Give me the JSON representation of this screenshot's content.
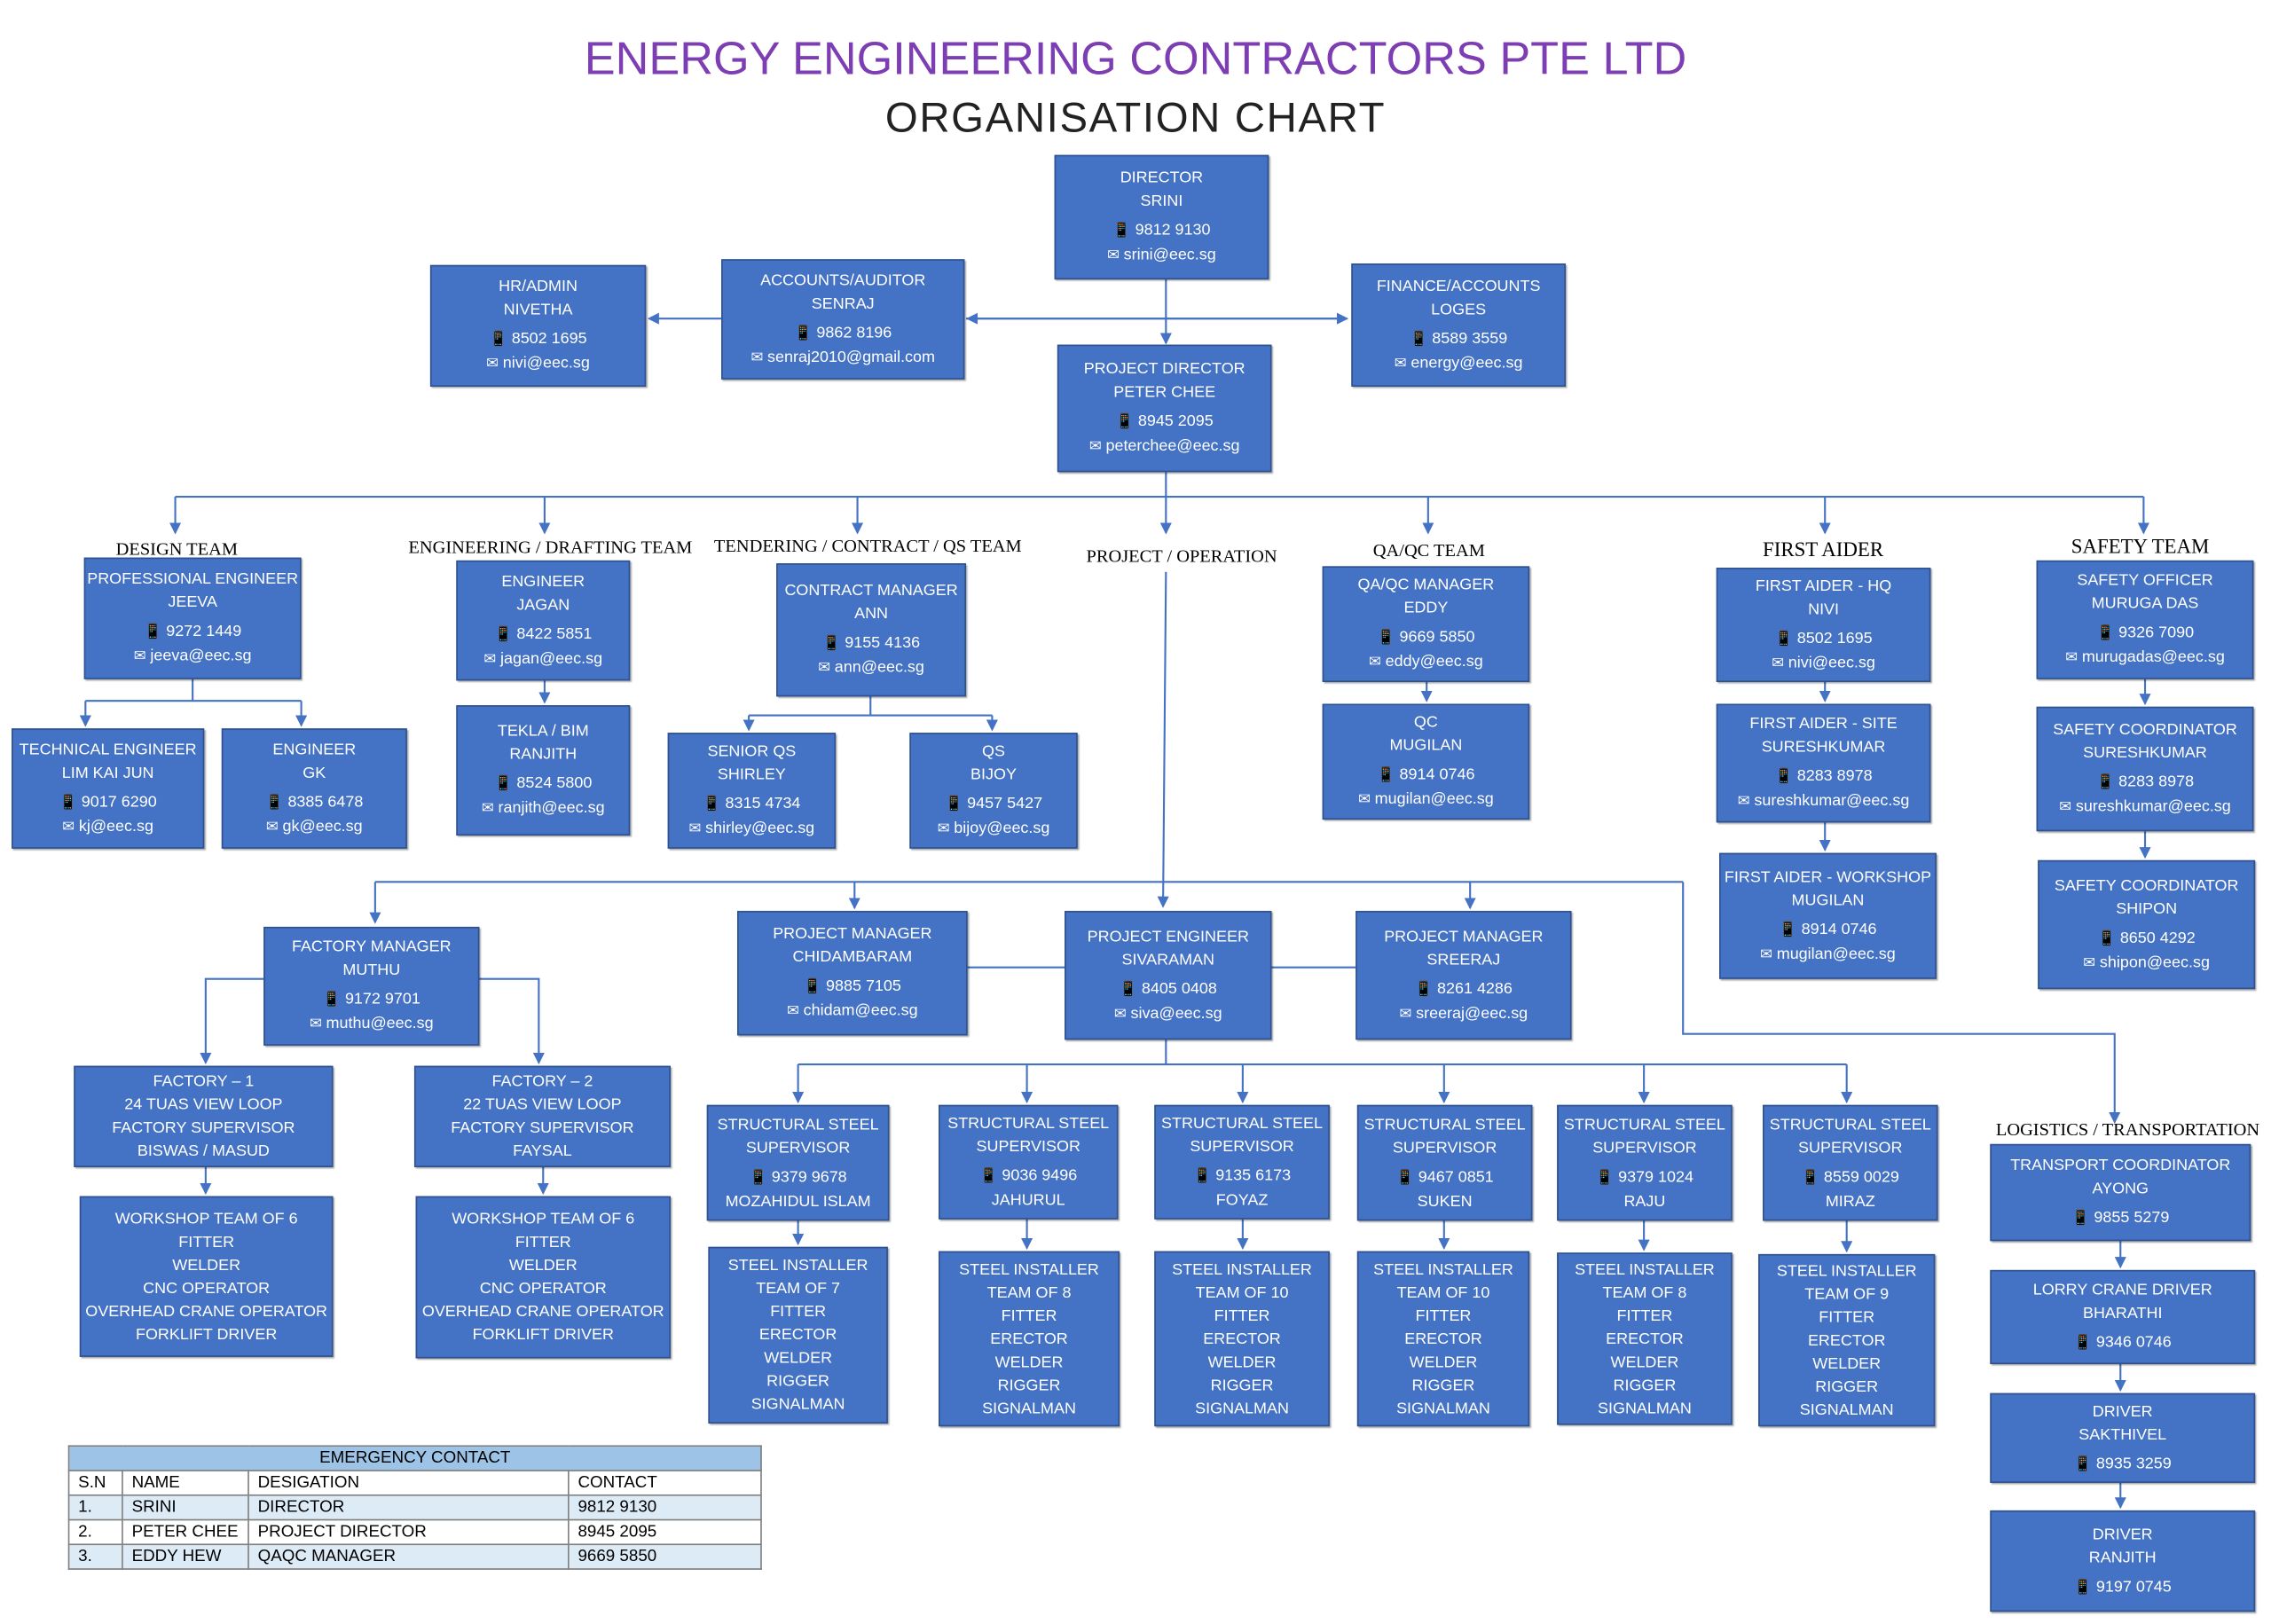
{
  "header": {
    "company": "ENERGY ENGINEERING CONTRACTORS PTE LTD",
    "subtitle": "ORGANISATION CHART"
  },
  "icons": {
    "phone": "mobile-phone-icon",
    "email": "envelope-icon"
  },
  "colors": {
    "box": "#4472c4",
    "title": "#7d3db3",
    "table_header": "#9dc3e6",
    "table_stripe": "#ddebf7"
  },
  "sections": {
    "design": "DESIGN TEAM",
    "engineering": "ENGINEERING / DRAFTING TEAM",
    "tendering": "TENDERING / CONTRACT /  QS TEAM",
    "project": "PROJECT / OPERATION",
    "qaqc": "QA/QC TEAM",
    "first_aider": "FIRST AIDER",
    "safety": "SAFETY TEAM",
    "logistics": "LOGISTICS / TRANSPORTATION"
  },
  "boxes": {
    "director": {
      "role": "DIRECTOR",
      "name": "SRINI",
      "phone": "9812 9130",
      "email": "srini@eec.sg"
    },
    "hr": {
      "role": "HR/ADMIN",
      "name": "NIVETHA",
      "phone": "8502 1695",
      "email": "nivi@eec.sg"
    },
    "accounts": {
      "role": "ACCOUNTS/AUDITOR",
      "name": "SENRAJ",
      "phone": "9862 8196",
      "email": "senraj2010@gmail.com"
    },
    "finance": {
      "role": "FINANCE/ACCOUNTS",
      "name": "LOGES",
      "phone": "8589 3559",
      "email": "energy@eec.sg"
    },
    "project_director": {
      "role": "PROJECT DIRECTOR",
      "name": "PETER CHEE",
      "phone": "8945 2095",
      "email": "peterchee@eec.sg"
    },
    "pro_engineer": {
      "role": "PROFESSIONAL ENGINEER",
      "name": "JEEVA",
      "phone": "9272 1449",
      "email": "jeeva@eec.sg"
    },
    "tech_engineer": {
      "role": "TECHNICAL ENGINEER",
      "name": "LIM KAI JUN",
      "phone": "9017 6290",
      "email": "kj@eec.sg"
    },
    "engineer_gk": {
      "role": "ENGINEER",
      "name": "GK",
      "phone": "8385 6478",
      "email": "gk@eec.sg"
    },
    "engineer_jagan": {
      "role": "ENGINEER",
      "name": "JAGAN",
      "phone": "8422 5851",
      "email": "jagan@eec.sg"
    },
    "tekla": {
      "role": "TEKLA / BIM",
      "name": "RANJITH",
      "phone": "8524 5800",
      "email": "ranjith@eec.sg"
    },
    "contract_manager": {
      "role": "CONTRACT MANAGER",
      "name": "ANN",
      "phone": "9155 4136",
      "email": "ann@eec.sg"
    },
    "senior_qs": {
      "role": "SENIOR QS",
      "name": "SHIRLEY",
      "phone": "8315 4734",
      "email": "shirley@eec.sg"
    },
    "qs": {
      "role": "QS",
      "name": "BIJOY",
      "phone": "9457 5427",
      "email": "bijoy@eec.sg"
    },
    "qaqc_manager": {
      "role": "QA/QC MANAGER",
      "name": "EDDY",
      "phone": "9669 5850",
      "email": "eddy@eec.sg"
    },
    "qc": {
      "role": "QC",
      "name": "MUGILAN",
      "phone": "8914 0746",
      "email": "mugilan@eec.sg"
    },
    "fa_hq": {
      "role": "FIRST AIDER - HQ",
      "name": "NIVI",
      "phone": "8502 1695",
      "email": "nivi@eec.sg"
    },
    "fa_site": {
      "role": "FIRST AIDER - SITE",
      "name": "SURESHKUMAR",
      "phone": "8283 8978",
      "email": "sureshkumar@eec.sg"
    },
    "fa_workshop": {
      "role": "FIRST AIDER - WORKSHOP",
      "name": "MUGILAN",
      "phone": "8914 0746",
      "email": "mugilan@eec.sg"
    },
    "safety_officer": {
      "role": "SAFETY OFFICER",
      "name": "MURUGA DAS",
      "phone": "9326 7090",
      "email": "murugadas@eec.sg"
    },
    "safety_coord_1": {
      "role": "SAFETY COORDINATOR",
      "name": "SURESHKUMAR",
      "phone": "8283 8978",
      "email": "sureshkumar@eec.sg"
    },
    "safety_coord_2": {
      "role": "SAFETY COORDINATOR",
      "name": "SHIPON",
      "phone": "8650 4292",
      "email": "shipon@eec.sg"
    },
    "factory_manager": {
      "role": "FACTORY MANAGER",
      "name": "MUTHU",
      "phone": "9172 9701",
      "email": "muthu@eec.sg"
    },
    "pm_chidambaram": {
      "role": "PROJECT MANAGER",
      "name": "CHIDAMBARAM",
      "phone": "9885 7105",
      "email": "chidam@eec.sg"
    },
    "project_engineer": {
      "role": "PROJECT ENGINEER",
      "name": "SIVARAMAN",
      "phone": "8405 0408",
      "email": "siva@eec.sg"
    },
    "pm_sreeraj": {
      "role": "PROJECT MANAGER",
      "name": "SREERAJ",
      "phone": "8261 4286",
      "email": "sreeraj@eec.sg"
    },
    "factory_1": {
      "lines": [
        "FACTORY – 1",
        "24 TUAS VIEW LOOP",
        "FACTORY SUPERVISOR",
        "BISWAS / MASUD"
      ]
    },
    "factory_2": {
      "lines": [
        "FACTORY – 2",
        "22 TUAS VIEW LOOP",
        "FACTORY SUPERVISOR",
        "FAYSAL"
      ]
    },
    "workshop_1": {
      "lines": [
        "WORKSHOP TEAM OF 6",
        "FITTER",
        "WELDER",
        "CNC OPERATOR",
        "OVERHEAD CRANE OPERATOR",
        "FORKLIFT DRIVER"
      ]
    },
    "workshop_2": {
      "lines": [
        "WORKSHOP TEAM OF 6",
        "FITTER",
        "WELDER",
        "CNC OPERATOR",
        "OVERHEAD CRANE OPERATOR",
        "FORKLIFT DRIVER"
      ]
    },
    "ss_1": {
      "l1": "STRUCTURAL STEEL",
      "l2": "SUPERVISOR",
      "phone": "9379 9678",
      "name": "MOZAHIDUL ISLAM"
    },
    "ss_2": {
      "l1": "STRUCTURAL STEEL",
      "l2": "SUPERVISOR",
      "phone": "9036 9496",
      "name": "JAHURUL"
    },
    "ss_3": {
      "l1": "STRUCTURAL STEEL",
      "l2": "SUPERVISOR",
      "phone": "9135 6173",
      "name": "FOYAZ"
    },
    "ss_4": {
      "l1": "STRUCTURAL STEEL",
      "l2": "SUPERVISOR",
      "phone": "9467 0851",
      "name": "SUKEN"
    },
    "ss_5": {
      "l1": "STRUCTURAL STEEL",
      "l2": "SUPERVISOR",
      "phone": "9379 1024",
      "name": "RAJU"
    },
    "ss_6": {
      "l1": "STRUCTURAL STEEL",
      "l2": "SUPERVISOR",
      "phone": "8559 0029",
      "name": "MIRAZ"
    },
    "si_1": {
      "lines": [
        "STEEL INSTALLER",
        "TEAM OF 7",
        "FITTER",
        "ERECTOR",
        "WELDER",
        "RIGGER",
        "SIGNALMAN"
      ]
    },
    "si_2": {
      "lines": [
        "STEEL INSTALLER",
        "TEAM OF 8",
        "FITTER",
        "ERECTOR",
        "WELDER",
        "RIGGER",
        "SIGNALMAN"
      ]
    },
    "si_3": {
      "lines": [
        "STEEL INSTALLER",
        "TEAM OF 10",
        "FITTER",
        "ERECTOR",
        "WELDER",
        "RIGGER",
        "SIGNALMAN"
      ]
    },
    "si_4": {
      "lines": [
        "STEEL INSTALLER",
        "TEAM OF 10",
        "FITTER",
        "ERECTOR",
        "WELDER",
        "RIGGER",
        "SIGNALMAN"
      ]
    },
    "si_5": {
      "lines": [
        "STEEL INSTALLER",
        "TEAM OF 8",
        "FITTER",
        "ERECTOR",
        "WELDER",
        "RIGGER",
        "SIGNALMAN"
      ]
    },
    "si_6": {
      "lines": [
        "STEEL INSTALLER",
        "TEAM OF 9",
        "FITTER",
        "ERECTOR",
        "WELDER",
        "RIGGER",
        "SIGNALMAN"
      ]
    },
    "transport": {
      "role": "TRANSPORT COORDINATOR",
      "name": "AYONG",
      "phone": "9855 5279"
    },
    "lorry": {
      "role": "LORRY CRANE DRIVER",
      "name": "BHARATHI",
      "phone": "9346 0746"
    },
    "driver_1": {
      "role": "DRIVER",
      "name": "SAKTHIVEL",
      "phone": "8935 3259"
    },
    "driver_2": {
      "role": "DRIVER",
      "name": "RANJITH",
      "phone": "9197 0745"
    }
  },
  "emergency": {
    "title": "EMERGENCY CONTACT",
    "columns": [
      "S.N",
      "NAME",
      "DESIGATION",
      "CONTACT"
    ],
    "rows": [
      [
        "1.",
        "SRINI",
        "DIRECTOR",
        "9812 9130"
      ],
      [
        "2.",
        "PETER CHEE",
        "PROJECT DIRECTOR",
        "8945 2095"
      ],
      [
        "3.",
        "EDDY HEW",
        "QAQC MANAGER",
        "9669 5850"
      ]
    ]
  }
}
